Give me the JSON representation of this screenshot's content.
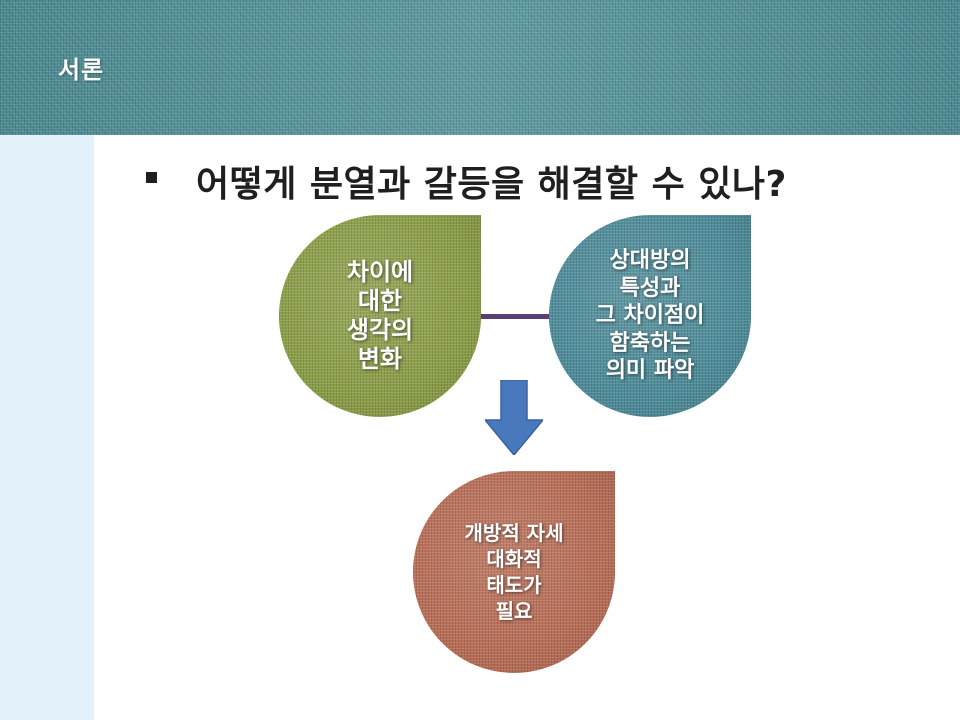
{
  "header": {
    "title": "서론"
  },
  "main": {
    "heading": "어떻게 분열과 갈등을 해결할 수 있나?"
  },
  "diagram": {
    "green": {
      "lines": [
        "차이에",
        "대한",
        "생각의",
        "변화"
      ],
      "color": "#8a9e48"
    },
    "blue": {
      "lines": [
        "상대방의",
        "특성과",
        "그 차이점이",
        "함축하는",
        "의미 파악"
      ],
      "color": "#4e8c99"
    },
    "red": {
      "lines": [
        "개방적 자세",
        "대화적",
        "태도가",
        "필요"
      ],
      "color": "#b86e57"
    },
    "connector_color": "#5a3d73",
    "arrow_color": "#4a78bd",
    "arrow_icon": "arrow-down-icon"
  }
}
